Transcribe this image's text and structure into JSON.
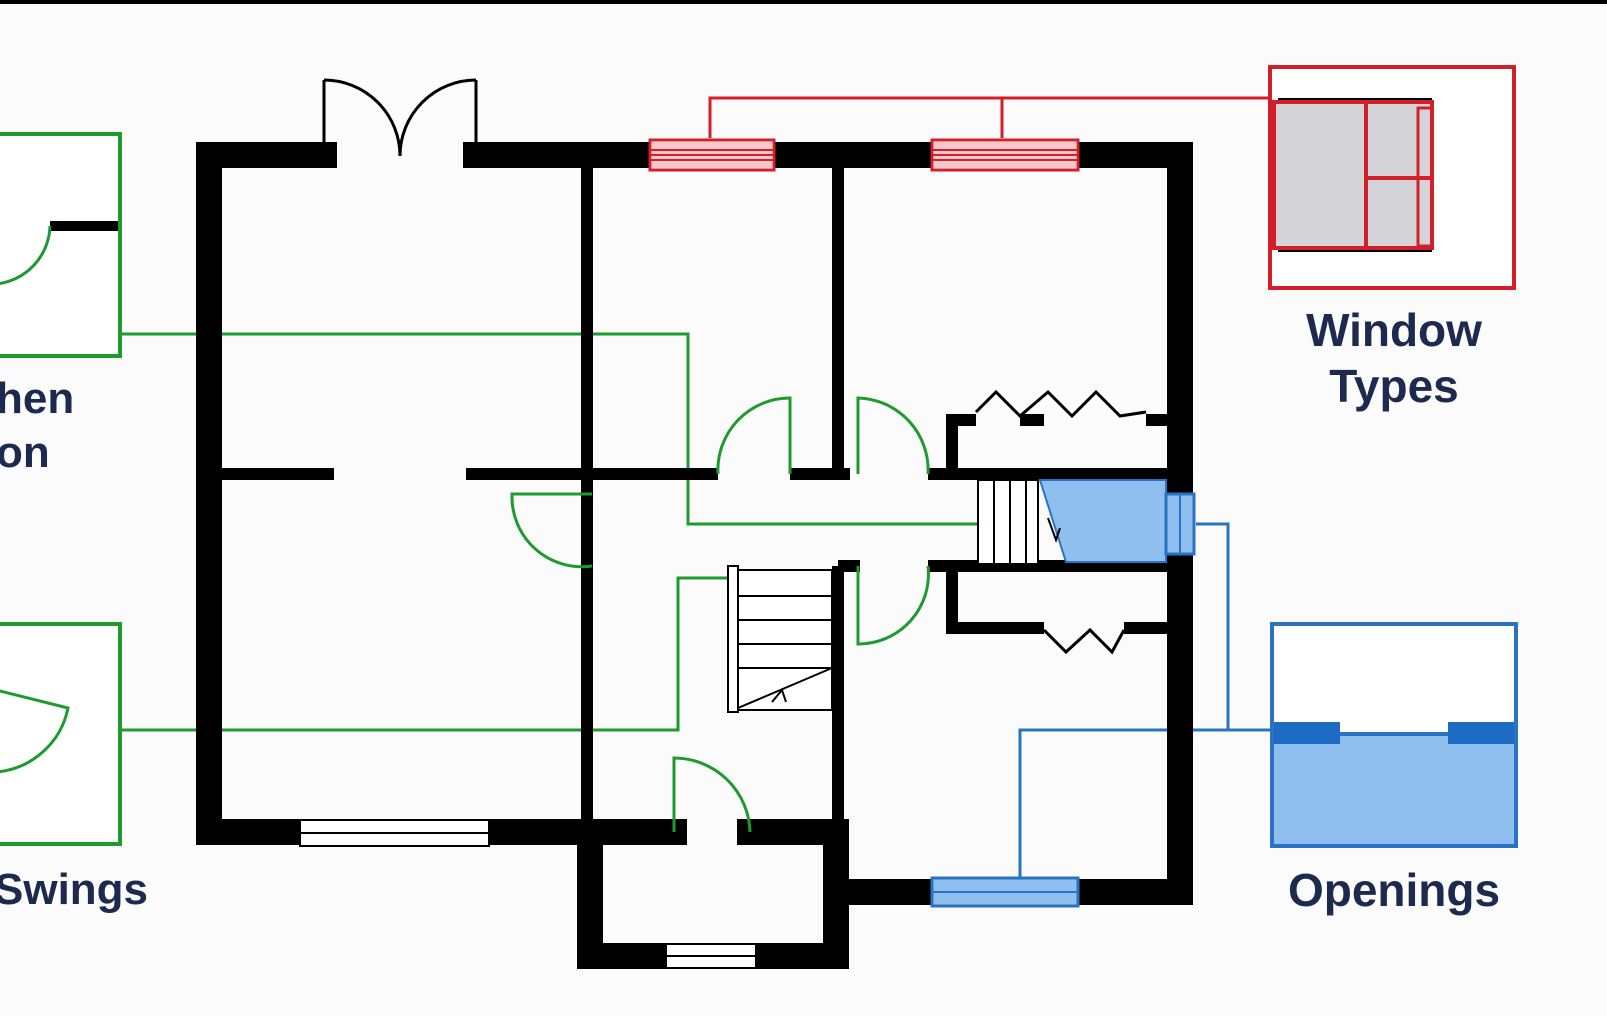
{
  "colors": {
    "wall": "#000000",
    "door_swing": "#1f9a2e",
    "window_type": "#d21f2a",
    "opening": "#2a73c4",
    "opening_fill": "#8fbfee",
    "window_fill": "#d4d4d8",
    "label_text": "#1b2a4e",
    "background": "#fbfbfb"
  },
  "labels": {
    "kitchen_line1": "hen",
    "kitchen_line2": "on",
    "swings": "Swings",
    "window_types_line1": "Window",
    "window_types_line2": "Types",
    "openings": "Openings"
  }
}
